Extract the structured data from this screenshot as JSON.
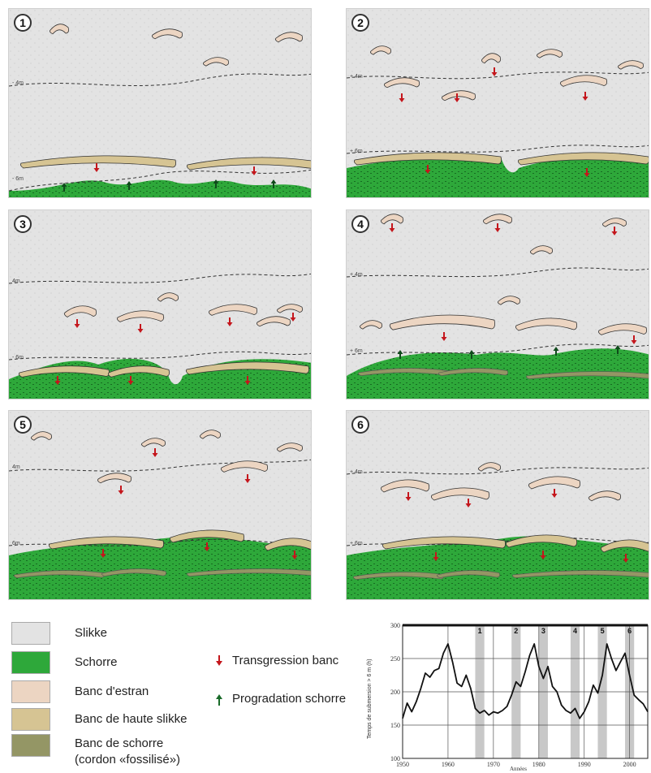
{
  "panels": [
    {
      "number": "1",
      "depth_top": "- 4m",
      "depth_bottom": "- 6m"
    },
    {
      "number": "2",
      "depth_top": "+ 4m",
      "depth_bottom": "+ 6m"
    },
    {
      "number": "3",
      "depth_top": "4m",
      "depth_bottom": "- 6m"
    },
    {
      "number": "4",
      "depth_top": "+ 4m",
      "depth_bottom": "+ 6m"
    },
    {
      "number": "5",
      "depth_top": "4m",
      "depth_bottom": "6m"
    },
    {
      "number": "6",
      "depth_top": "+ 4m",
      "depth_bottom": "+ 6m"
    }
  ],
  "legend": {
    "items": [
      {
        "label": "Slikke",
        "color": "#e3e3e3"
      },
      {
        "label": "Schorre",
        "color": "#2ea83a"
      },
      {
        "label": "Banc d'estran",
        "color": "#ecd5c2"
      },
      {
        "label": "Banc de haute slikke",
        "color": "#d6c493"
      },
      {
        "label": "Banc de schorre",
        "label2": "(cordon «fossilisé»)",
        "color": "#949665"
      }
    ],
    "transgression": {
      "label": "Transgression banc",
      "color": "#c4161c"
    },
    "progradation": {
      "label": "Progradation schorre",
      "color": "#1a6b2a"
    }
  },
  "chart_data": {
    "type": "line",
    "ylabel": "Temps de submersion > 6 m (h)",
    "xlabel": "Années",
    "xlim": [
      1950,
      2004
    ],
    "ylim": [
      100,
      300
    ],
    "xticks": [
      1950,
      1960,
      1970,
      1980,
      1990,
      2000
    ],
    "yticks": [
      100,
      150,
      200,
      250,
      300
    ],
    "highlighted_periods": [
      {
        "label": "1",
        "start": 1966,
        "end": 1968
      },
      {
        "label": "2",
        "start": 1974,
        "end": 1976
      },
      {
        "label": "3",
        "start": 1980,
        "end": 1982
      },
      {
        "label": "4",
        "start": 1987,
        "end": 1989
      },
      {
        "label": "5",
        "start": 1993,
        "end": 1995
      },
      {
        "label": "6",
        "start": 1999,
        "end": 2001
      }
    ],
    "series": [
      {
        "x": [
          1950,
          1951,
          1952,
          1953,
          1954,
          1955,
          1956,
          1957,
          1958,
          1959,
          1960,
          1961,
          1962,
          1963,
          1964,
          1965,
          1966,
          1967,
          1968,
          1969,
          1970,
          1971,
          1972,
          1973,
          1974,
          1975,
          1976,
          1977,
          1978,
          1979,
          1980,
          1981,
          1982,
          1983,
          1984,
          1985,
          1986,
          1987,
          1988,
          1989,
          1990,
          1991,
          1992,
          1993,
          1994,
          1995,
          1996,
          1997,
          1998,
          1999,
          2000,
          2001,
          2002,
          2003,
          2004
        ],
        "values": [
          160,
          183,
          170,
          185,
          205,
          228,
          222,
          232,
          235,
          258,
          272,
          245,
          213,
          208,
          225,
          205,
          175,
          168,
          172,
          165,
          170,
          168,
          172,
          178,
          195,
          215,
          208,
          230,
          255,
          272,
          238,
          220,
          238,
          208,
          200,
          180,
          172,
          168,
          175,
          160,
          170,
          185,
          210,
          198,
          225,
          272,
          250,
          232,
          245,
          258,
          225,
          195,
          188,
          182,
          170
        ]
      }
    ]
  }
}
